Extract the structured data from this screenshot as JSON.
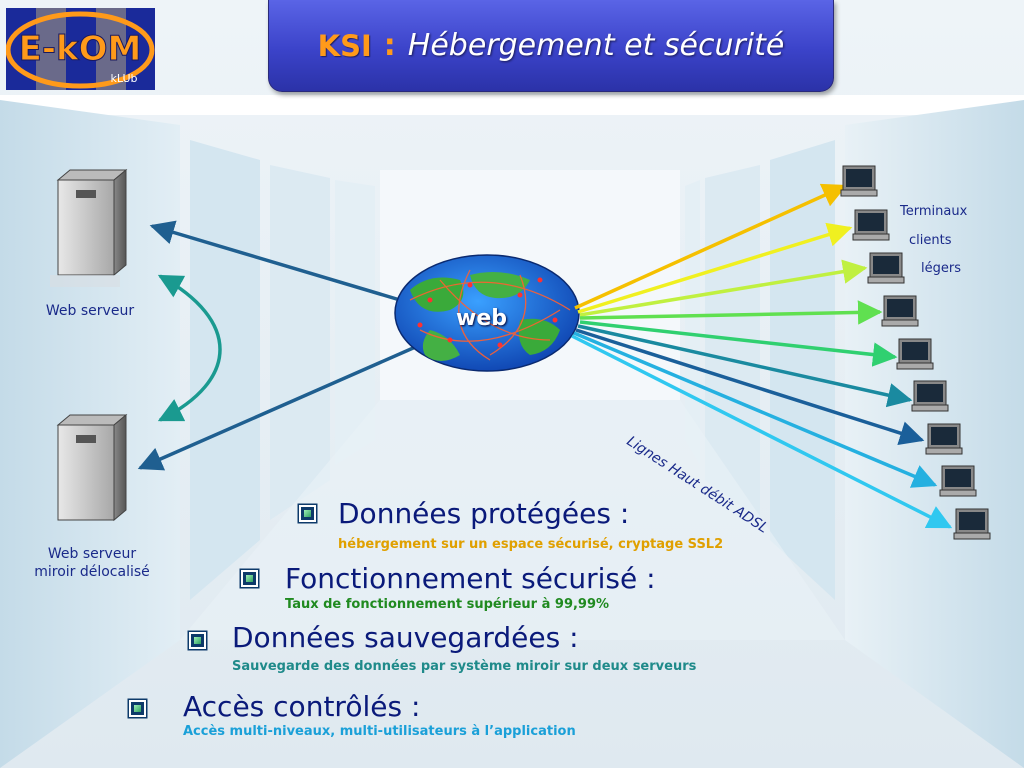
{
  "logo": {
    "main_text": "E-kOM",
    "sub_text": "kLUb"
  },
  "title": {
    "prefix": "KSI",
    "separator": ":",
    "subtitle": "Hébergement et sécurité"
  },
  "diagram": {
    "cloud_label": "web",
    "web_server_label": "Web serveur",
    "mirror_server_label_line1": "Web serveur",
    "mirror_server_label_line2": "miroir délocalisé",
    "terminals_label_line1": "Terminaux",
    "terminals_label_line2": "clients",
    "terminals_label_line3": "légers",
    "link_label": "Lignes Haut débit ADSL",
    "terminal_count": 9,
    "line_colors": [
      "#f5c000",
      "#f0f020",
      "#c0f040",
      "#60e050",
      "#30d070",
      "#1a5f9a",
      "#1d8ac0",
      "#25b0e0",
      "#30c8f0"
    ]
  },
  "bullets": [
    {
      "title": "Données protégées :",
      "detail": "hébergement sur un espace sécurisé, cryptage SSL2",
      "detail_color": "#e0a000"
    },
    {
      "title": "Fonctionnement sécurisé :",
      "detail": "Taux de fonctionnement supérieur à 99,99%",
      "detail_color": "#208a20"
    },
    {
      "title": "Données sauvegardées :",
      "detail": "Sauvegarde des données par système miroir sur deux serveurs",
      "detail_color": "#1f8a8a"
    },
    {
      "title": "Accès contrôlés :",
      "detail": "Accès multi-niveaux, multi-utilisateurs à l’application",
      "detail_color": "#1aa0d8"
    }
  ]
}
